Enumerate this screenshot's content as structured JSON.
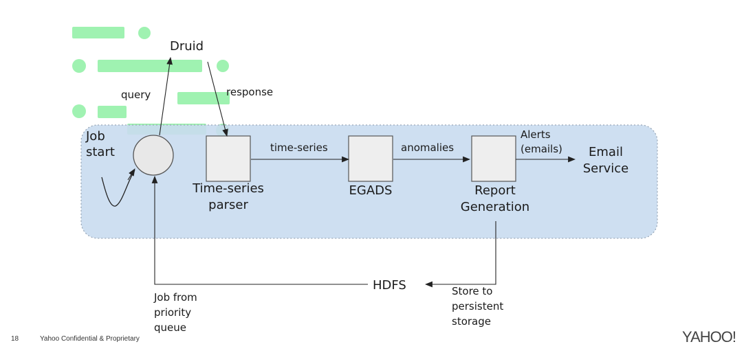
{
  "colors": {
    "container_fill": "#c9dcf0",
    "container_border": "#9aa8b8",
    "box_fill": "#eeeeee",
    "box_border": "#555555",
    "decor_green": "#8ff0a4",
    "arrow": "#222222"
  },
  "nodes": {
    "druid": "Druid",
    "job_start": "Job\nstart",
    "parser": "Time-series\nparser",
    "egads": "EGADS",
    "report": "Report\nGeneration",
    "email": "Email\nService",
    "hdfs": "HDFS"
  },
  "edges": {
    "query": "query",
    "response": "response",
    "time_series": "time-series",
    "anomalies": "anomalies",
    "alerts": "Alerts\n(emails)",
    "store": "Store to\npersistent\nstorage",
    "job_from": "Job from\npriority\nqueue"
  },
  "footer": {
    "page_number": "18",
    "confidential": "Yahoo Confidential & Proprietary",
    "logo": "YAHOO!"
  }
}
